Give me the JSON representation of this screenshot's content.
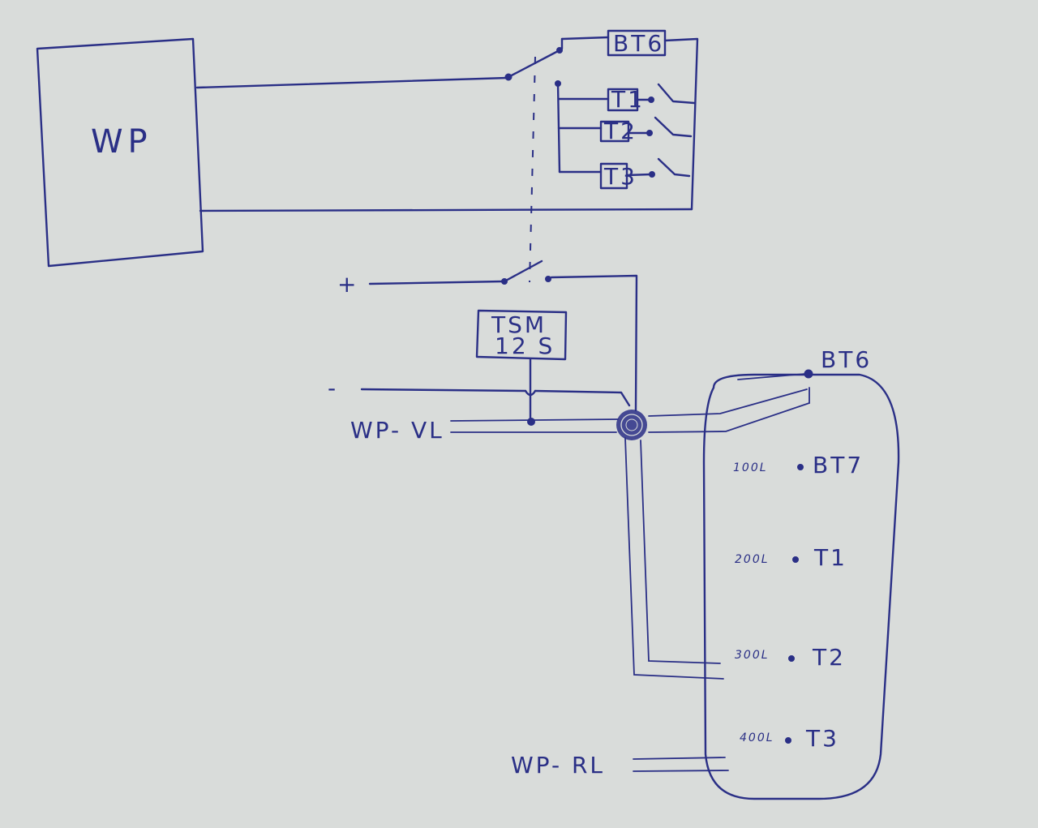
{
  "labels": {
    "heat_pump": "WP",
    "sensor_box_bt6": "BT6",
    "sensor_box_t1": "T1",
    "sensor_box_t2": "T2",
    "sensor_box_t3": "T3",
    "controller_line1": "TSM",
    "controller_line2": "12 S",
    "plus": "+",
    "minus": "-",
    "supply": "WP- VL",
    "return": "WP- RL",
    "tank_top_sensor": "BT6"
  },
  "tank_levels": [
    {
      "volume": "100L",
      "sensor": "BT7"
    },
    {
      "volume": "200L",
      "sensor": "T1"
    },
    {
      "volume": "300L",
      "sensor": "T2"
    },
    {
      "volume": "400L",
      "sensor": "T3"
    }
  ],
  "colors": {
    "ink": "#2a2f86",
    "background": "#d9dcda"
  }
}
